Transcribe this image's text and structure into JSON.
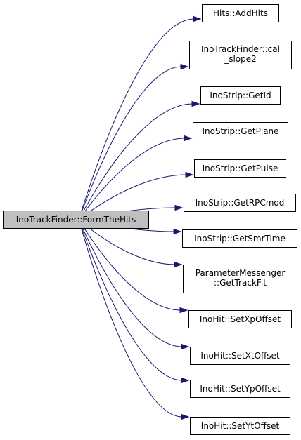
{
  "root": {
    "label": "InoTrackFinder::FormTheHits"
  },
  "callees": [
    {
      "id": "addhits",
      "lines": [
        "Hits::AddHits"
      ]
    },
    {
      "id": "cal-slope2",
      "lines": [
        "InoTrackFinder::cal",
        "_slope2"
      ]
    },
    {
      "id": "getid",
      "lines": [
        "InoStrip::GetId"
      ]
    },
    {
      "id": "getplane",
      "lines": [
        "InoStrip::GetPlane"
      ]
    },
    {
      "id": "getpulse",
      "lines": [
        "InoStrip::GetPulse"
      ]
    },
    {
      "id": "getrpcmod",
      "lines": [
        "InoStrip::GetRPCmod"
      ]
    },
    {
      "id": "getsmrtime",
      "lines": [
        "InoStrip::GetSmrTime"
      ]
    },
    {
      "id": "gettrackfit",
      "lines": [
        "ParameterMessenger",
        "::GetTrackFit"
      ]
    },
    {
      "id": "setxpoffset",
      "lines": [
        "InoHit::SetXpOffset"
      ]
    },
    {
      "id": "setxtoffset",
      "lines": [
        "InoHit::SetXtOffset"
      ]
    },
    {
      "id": "setypoffset",
      "lines": [
        "InoHit::SetYpOffset"
      ]
    },
    {
      "id": "setytoffset",
      "lines": [
        "InoHit::SetYtOffset"
      ]
    }
  ],
  "colors": {
    "edge": "#191970",
    "root_fill": "#bfbfbf",
    "node_fill": "#ffffff",
    "border": "#000000"
  }
}
